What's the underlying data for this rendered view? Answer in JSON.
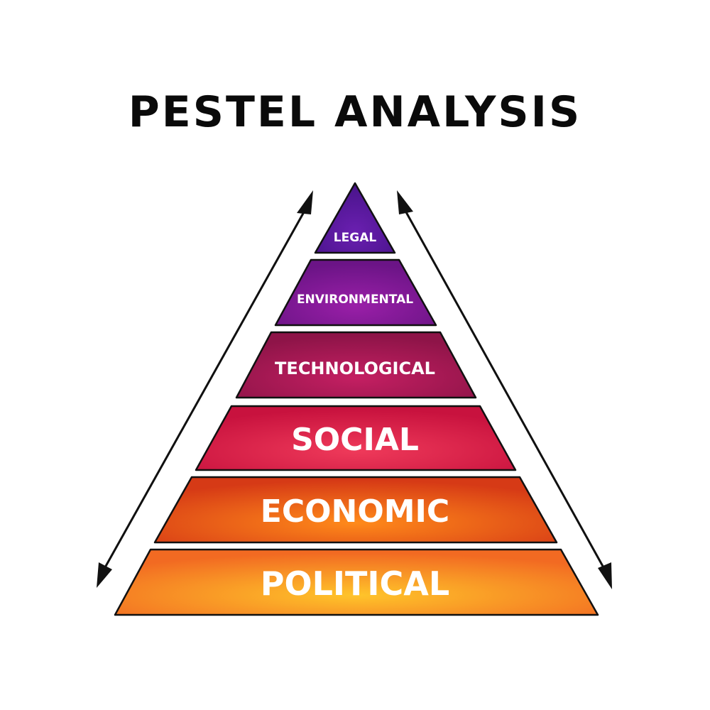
{
  "title": "PESTEL ANALYSIS",
  "levels": [
    {
      "label": "LEGAL",
      "color_top": "#4a148c",
      "color_mid": "#6a1fb0"
    },
    {
      "label": "ENVIRONMENTAL",
      "color_top": "#6b1486",
      "color_mid": "#9a1fa8"
    },
    {
      "label": "TECHNOLOGICAL",
      "color_top": "#8e1448",
      "color_mid": "#c41f62"
    },
    {
      "label": "SOCIAL",
      "color_top": "#c8123e",
      "color_mid": "#ef3a5a"
    },
    {
      "label": "ECONOMIC",
      "color_top": "#d63a16",
      "color_mid": "#ff8a1a"
    },
    {
      "label": "POLITICAL",
      "color_top": "#f26a22",
      "color_mid": "#ffc42a"
    }
  ],
  "arrows": {
    "left": "bidirectional",
    "right": "bidirectional"
  }
}
